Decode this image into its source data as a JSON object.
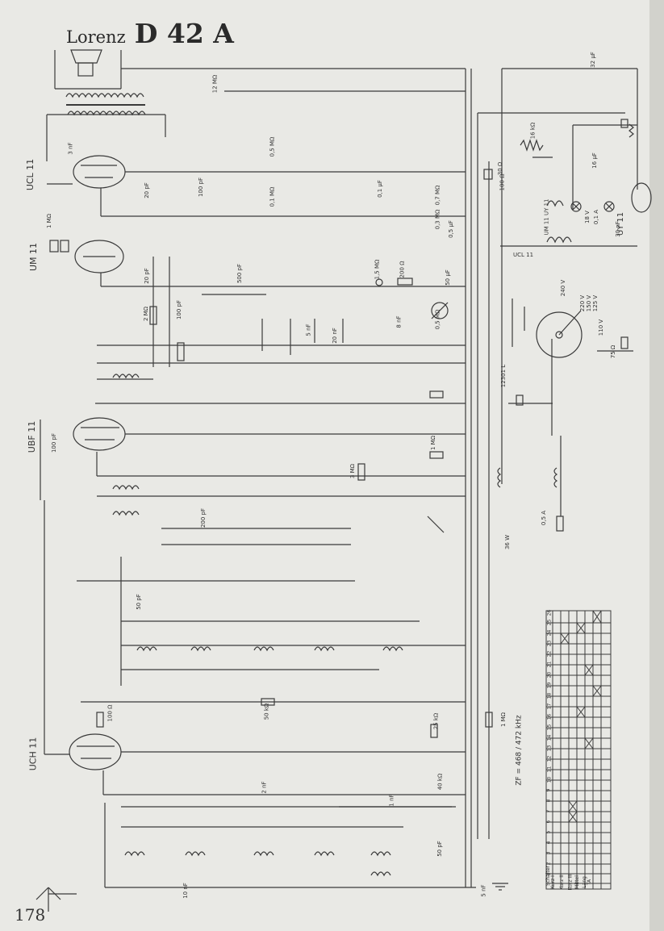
{
  "header": {
    "brand": "Lorenz",
    "model": "D 42 A"
  },
  "page_number": "178",
  "tubes": [
    "UCL 11",
    "UM 11",
    "UBF 11",
    "UCH 11",
    "UY 11"
  ],
  "labels": {
    "r_12M": "12 MΩ",
    "c_3nF": "3 nF",
    "r_05M": "0,5 MΩ",
    "c_20pF": "20 pF",
    "c_100pF_a": "100 pF",
    "r_01M": "0,1 MΩ",
    "c_01uF": "0,1 µF",
    "r_07M": "0,7 MΩ",
    "r_03M": "0,3 MΩ",
    "c_05uF": "0,5 µF",
    "r_1M_um": "1 MΩ",
    "c_20pF_b": "20 pF",
    "c_100pF_b": "100 pF",
    "r_2M": "2 MΩ",
    "c_500pF": "500 pF",
    "r_200": "200 Ω",
    "c_50uF": "50 µF",
    "r_15M": "1,5 MΩ",
    "r_05M_pot": "0,5 MΩ",
    "c_8nF": "8 nF",
    "c_5nF": "5 nF",
    "c_20nF": "20 nF",
    "r_1M_ubf": "1 MΩ",
    "c_100pF_c": "100 pF",
    "r_3M": "3 MΩ",
    "r_16k": "16 kΩ",
    "r_30": "30 Ω",
    "r_100": "100 Ω",
    "c_16uF": "16 µF",
    "c_32uF": "32 µF",
    "lamp_18V": "18 V",
    "lamp_01A": "0,1 A",
    "c_30nF": "30 nF",
    "ucl": "UCL 11",
    "um_uy": "UM 11 UY 11",
    "v_240": "240 V",
    "v_220": "220 V",
    "v_150": "150 V",
    "v_125": "125 V",
    "v_110": "110 V",
    "r_75": "75 Ω",
    "lamp_12301": "12301 L",
    "fuse_05A": "0,5 A",
    "mains": "36 W",
    "c_200pF": "200 pF",
    "c_50pF": "50 pF",
    "r_100_uch": "100 Ω",
    "r_50k": "50 kΩ",
    "r_25k": "25 kΩ",
    "r_1M_uch": "1 MΩ",
    "c_2nF": "2 nF",
    "c_5nF_ant": "5 nF",
    "c_1nF": "1 nF",
    "c_10nF": "10 nF",
    "if_freq": "ZF = 468 / 472 kHz",
    "r_40k": "40 kΩ",
    "c_50pF_b": "50 pF"
  },
  "switch_table": {
    "title": "Schalter",
    "positions": [
      "Kurz I",
      "Kurz II",
      "Kurz III",
      "Mittel",
      "Lang",
      "TA"
    ],
    "contacts": [
      "1",
      "2",
      "3",
      "4",
      "5",
      "6",
      "7",
      "8",
      "9",
      "10",
      "11",
      "12",
      "13",
      "14",
      "15",
      "16",
      "17",
      "18",
      "19",
      "20",
      "21",
      "22",
      "23",
      "24",
      "25",
      "26"
    ]
  },
  "colors": {
    "paper": "#e9e9e5",
    "ink": "#333333"
  }
}
